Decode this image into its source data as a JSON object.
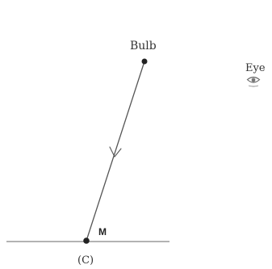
{
  "diagram": {
    "bulb_label": "Bulb",
    "eye_label": "Eye",
    "point_label": "M",
    "caption": "(C)"
  }
}
